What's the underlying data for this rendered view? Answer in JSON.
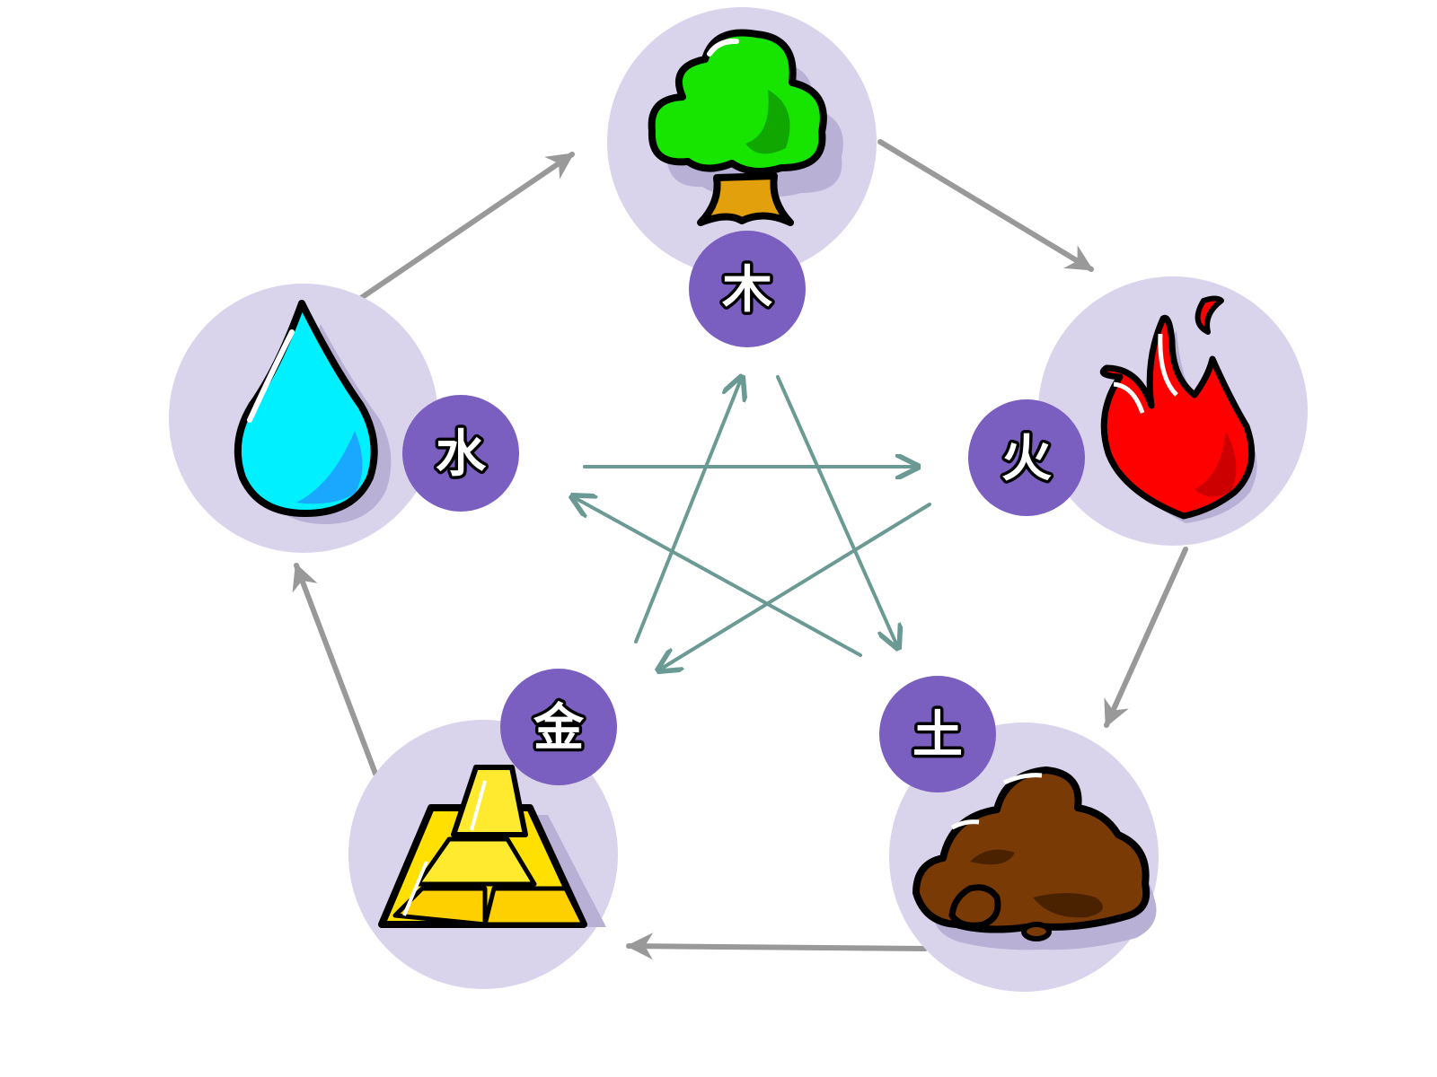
{
  "elements": [
    {
      "id": "wood",
      "label": "木",
      "icon": "tree-icon",
      "color": "#17e500"
    },
    {
      "id": "fire",
      "label": "火",
      "icon": "flame-icon",
      "color": "#ff0000"
    },
    {
      "id": "earth",
      "label": "土",
      "icon": "soil-pile-icon",
      "color": "#6b3000"
    },
    {
      "id": "metal",
      "label": "金",
      "icon": "gold-bars-icon",
      "color": "#ffe000"
    },
    {
      "id": "water",
      "label": "水",
      "icon": "water-drop-icon",
      "color": "#00f0ff"
    }
  ],
  "generating_cycle": [
    "wood",
    "fire",
    "earth",
    "metal",
    "water"
  ],
  "overcoming_cycle": [
    "wood",
    "earth",
    "water",
    "fire",
    "metal"
  ],
  "colors": {
    "node_circle": "#d9d3ec",
    "badge": "#7b5fc0",
    "generating_arrow": "#999999",
    "overcoming_arrow": "#6a9a93"
  }
}
